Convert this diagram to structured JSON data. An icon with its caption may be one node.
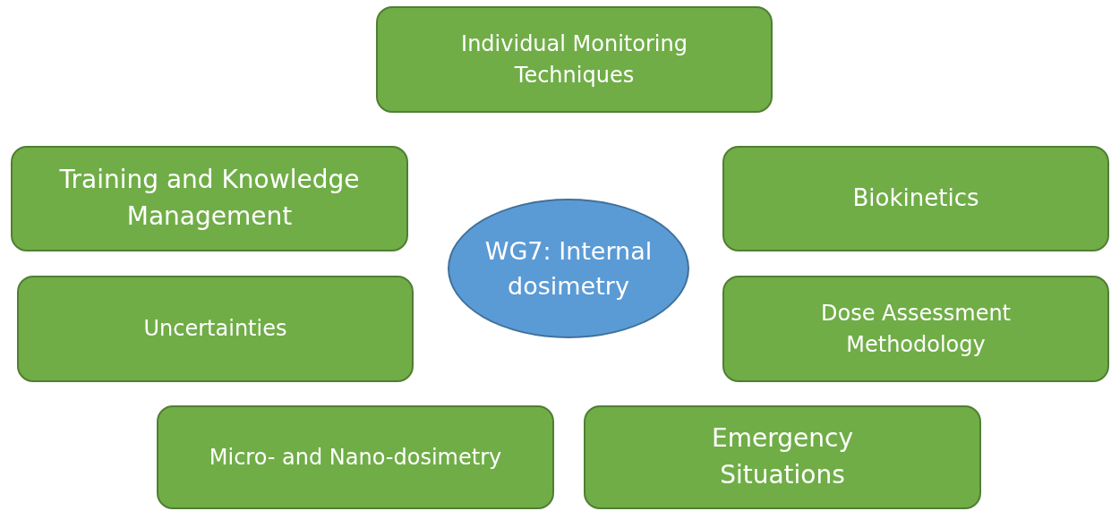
{
  "diagram": {
    "nodes": [
      {
        "text": [
          "Individual Monitoring Techniques"
        ]
      },
      {
        "text": [
          "Training and Knowledge Management"
        ]
      },
      {
        "text": [
          "Biokinetics"
        ]
      },
      {
        "text": [
          "WG7: Internal dosimetry"
        ]
      },
      {
        "text": [
          "Uncertainties"
        ]
      },
      {
        "text": [
          "Dose Assessment Methodology"
        ]
      },
      {
        "text": [
          "Micro- and Nano-dosimetry"
        ]
      },
      {
        "text": [
          "Emergency Situations"
        ]
      }
    ]
  }
}
